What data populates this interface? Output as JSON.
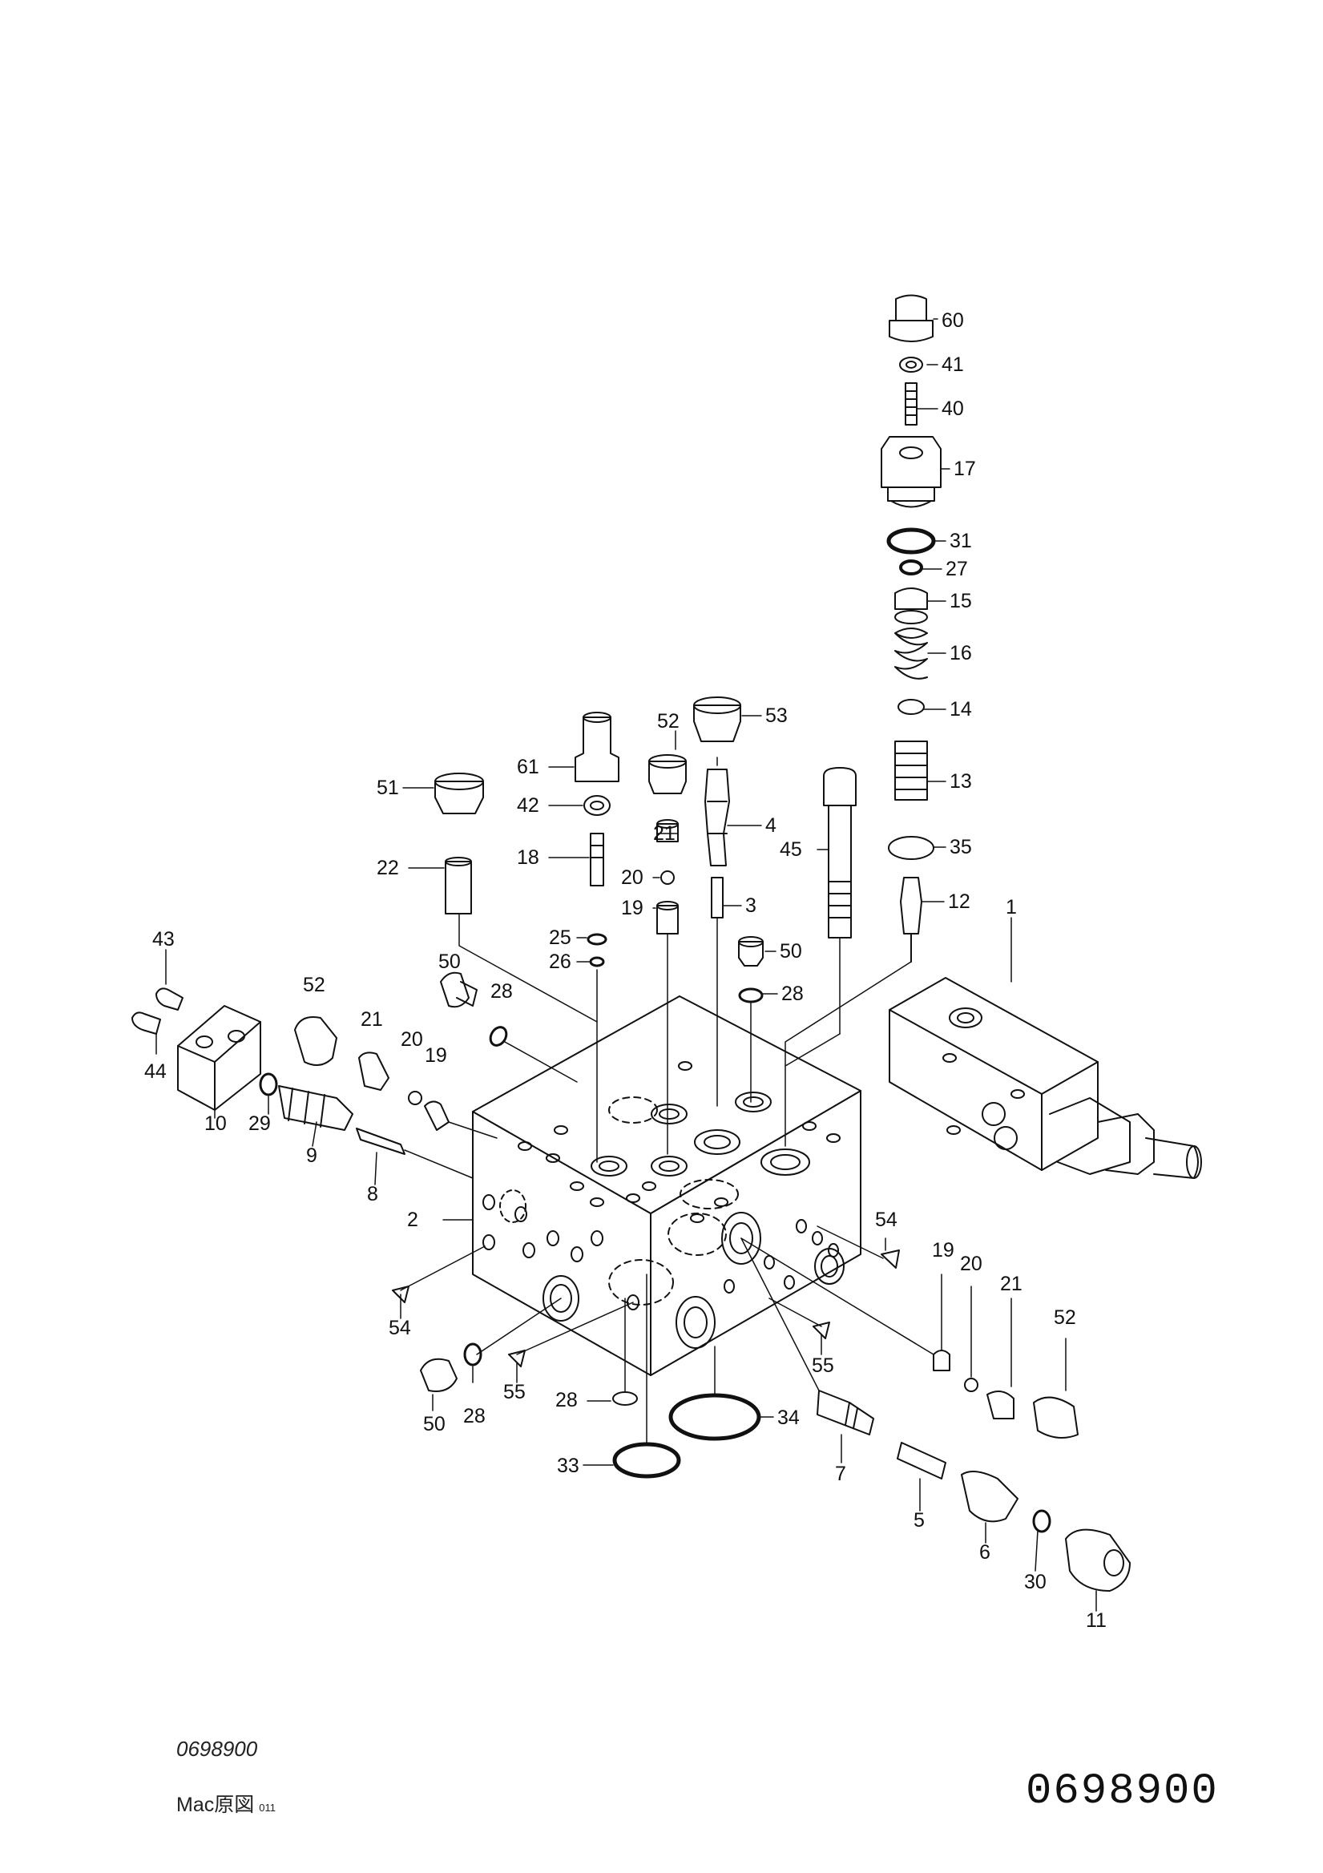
{
  "drawing_number_italic": "0698900",
  "mac_label": "Mac原図",
  "mac_code": "011",
  "drawing_number_large": "0698900",
  "callouts": [
    "60",
    "41",
    "40",
    "17",
    "31",
    "27",
    "15",
    "16",
    "14",
    "13",
    "35",
    "12",
    "53",
    "52",
    "61",
    "42",
    "21",
    "18",
    "20",
    "19",
    "4",
    "3",
    "45",
    "51",
    "22",
    "25",
    "26",
    "50",
    "28",
    "1",
    "43",
    "44",
    "10",
    "29",
    "9",
    "8",
    "2",
    "54",
    "55",
    "33",
    "34",
    "7",
    "5",
    "6",
    "30",
    "11"
  ]
}
